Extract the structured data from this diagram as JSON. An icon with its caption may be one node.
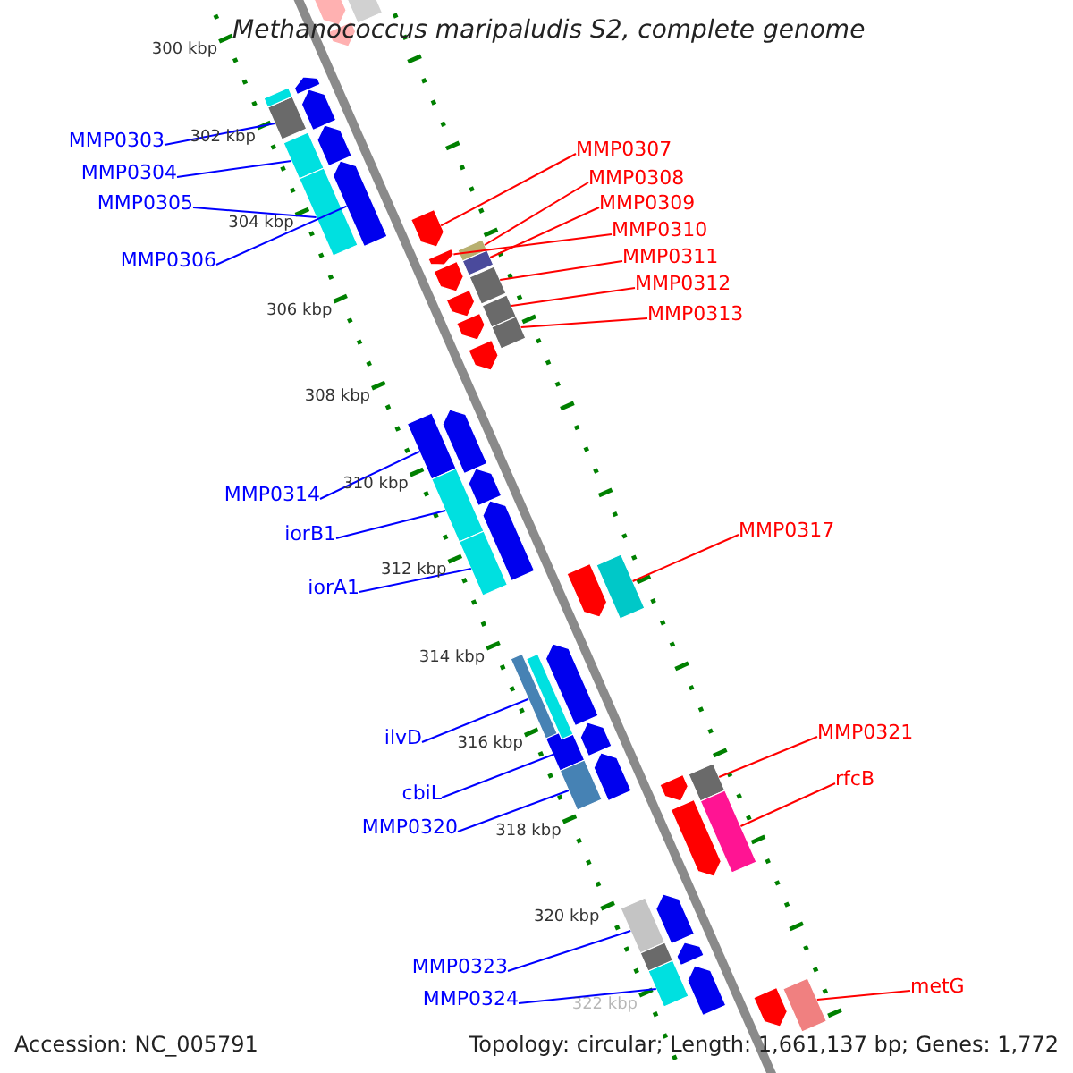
{
  "diagram": {
    "title": "Methanococcus maripaludis S2, complete genome",
    "nodes": [
      {
        "text": [
          "MMP0303"
        ]
      },
      {
        "text": [],
        "shape": "box"
      },
      {
        "text": [
          "MMP0307"
        ]
      },
      {
        "text": [],
        "shape": "pentagon"
      },
      {
        "text": [
          "MMP0304"
        ]
      },
      {
        "text": [],
        "shape": "box"
      },
      {
        "text": [
          "MMP0308"
        ]
      },
      {
        "text": [],
        "shape": "box"
      },
      {
        "text": [
          "MMP0305"
        ]
      },
      {
        "text": [],
        "shape": "box"
      },
      {
        "text": [
          "MMP0309"
        ]
      },
      {
        "text": [],
        "shape": "box"
      },
      {
        "text": [
          "MMP0310"
        ]
      },
      {
        "text": [],
        "shape": "pentagon"
      },
      {
        "text": [
          "MMP0306"
        ]
      },
      {
        "text": [],
        "shape": "pentagon"
      },
      {
        "text": [
          "MMP0311"
        ]
      },
      {
        "text": [],
        "shape": "box"
      },
      {
        "text": [
          "MMP0312"
        ]
      },
      {
        "text": [],
        "shape": "box"
      },
      {
        "text": [
          "MMP0313"
        ]
      },
      {
        "text": [],
        "shape": "box"
      },
      {
        "text": [
          "MMP0314"
        ]
      },
      {
        "text": [],
        "shape": "box"
      },
      {
        "text": [
          "iorB1"
        ]
      },
      {
        "text": [],
        "shape": "box"
      },
      {
        "text": [
          "MMP0317"
        ]
      },
      {
        "text": [],
        "shape": "box"
      },
      {
        "text": [
          "iorA1"
        ]
      },
      {
        "text": [],
        "shape": "box"
      },
      {
        "text": [
          "ilvD"
        ]
      },
      {
        "text": [],
        "shape": "box"
      },
      {
        "text": [
          "MMP0321"
        ]
      },
      {
        "text": [],
        "shape": "box"
      },
      {
        "text": [
          "rfcB"
        ]
      },
      {
        "text": [],
        "shape": "box"
      },
      {
        "text": [
          "cbiL"
        ]
      },
      {
        "text": [],
        "shape": "box"
      },
      {
        "text": [
          "MMP0320"
        ]
      },
      {
        "text": [],
        "shape": "box"
      },
      {
        "text": [
          "MMP0323"
        ]
      },
      {
        "text": [],
        "shape": "box"
      },
      {
        "text": [
          "metG"
        ]
      },
      {
        "text": [],
        "shape": "box"
      },
      {
        "text": [
          "MMP0324"
        ]
      },
      {
        "text": [],
        "shape": "box"
      },
      {
        "text": [],
        "shape": "pentagon"
      },
      {
        "text": [],
        "shape": "box"
      },
      {
        "text": [],
        "shape": "pentagon"
      },
      {
        "text": [],
        "shape": "box"
      },
      {
        "text": [],
        "shape": "pentagon"
      },
      {
        "text": [],
        "shape": "pentagon"
      },
      {
        "text": [],
        "shape": "pentagon"
      },
      {
        "text": [],
        "shape": "pentagon"
      },
      {
        "text": [],
        "shape": "pentagon"
      },
      {
        "text": [],
        "shape": "pentagon"
      },
      {
        "text": [],
        "shape": "pentagon"
      },
      {
        "text": [],
        "shape": "pentagon"
      },
      {
        "text": [],
        "shape": "pentagon"
      },
      {
        "text": [],
        "shape": "pentagon"
      },
      {
        "text": [],
        "shape": "pentagon"
      },
      {
        "text": [],
        "shape": "box"
      },
      {
        "text": [],
        "shape": "pentagon"
      },
      {
        "text": [],
        "shape": "pentagon"
      },
      {
        "text": [],
        "shape": "pentagon"
      },
      {
        "text": [],
        "shape": "pentagon"
      },
      {
        "text": [],
        "shape": "pentagon"
      },
      {
        "text": [],
        "shape": "box"
      },
      {
        "text": [],
        "shape": "pentagon"
      },
      {
        "text": [],
        "shape": "pentagon"
      },
      {
        "text": [],
        "shape": "pentagon"
      },
      {
        "text": [],
        "shape": "pentagon"
      }
    ],
    "edges": [
      {
        "from": 0,
        "to": 1,
        "arrow": "none"
      },
      {
        "from": 2,
        "to": 3,
        "arrow": "none",
        "color": "#ff0000"
      },
      {
        "from": 4,
        "to": 5,
        "arrow": "none"
      },
      {
        "from": 6,
        "to": 7,
        "arrow": "none",
        "color": "#ff0000"
      },
      {
        "from": 8,
        "to": 9,
        "arrow": "none"
      },
      {
        "from": 10,
        "to": 11,
        "arrow": "none",
        "color": "#ff0000"
      },
      {
        "from": 12,
        "to": 13,
        "arrow": "none",
        "color": "#ff0000"
      },
      {
        "from": 14,
        "to": 15,
        "arrow": "none"
      },
      {
        "from": 16,
        "to": 17,
        "arrow": "none",
        "color": "#ff0000"
      },
      {
        "from": 18,
        "to": 19,
        "arrow": "none",
        "color": "#ff0000"
      },
      {
        "from": 20,
        "to": 21,
        "arrow": "none",
        "color": "#ff0000"
      },
      {
        "from": 22,
        "to": 23,
        "arrow": "none"
      },
      {
        "from": 24,
        "to": 25,
        "arrow": "none"
      },
      {
        "from": 26,
        "to": 27,
        "arrow": "none",
        "color": "#ff0000"
      },
      {
        "from": 28,
        "to": 29,
        "arrow": "none"
      },
      {
        "from": 30,
        "to": 31,
        "arrow": "none"
      },
      {
        "from": 32,
        "to": 33,
        "arrow": "none",
        "color": "#ff0000"
      },
      {
        "from": 34,
        "to": 35,
        "arrow": "none",
        "color": "#ff0000"
      },
      {
        "from": 36,
        "to": 37,
        "arrow": "none"
      },
      {
        "from": 38,
        "to": 39,
        "arrow": "none"
      },
      {
        "from": 40,
        "to": 41,
        "arrow": "none"
      },
      {
        "from": 42,
        "to": 43,
        "arrow": "none",
        "color": "#ff0000"
      },
      {
        "from": 44,
        "to": 45,
        "arrow": "none"
      }
    ],
    "labels": [
      "300 kbp",
      "302 kbp",
      "304 kbp",
      "306 kbp",
      "308 kbp",
      "310 kbp",
      "312 kbp",
      "314 kbp",
      "316 kbp",
      "318 kbp",
      "320 kbp",
      "322 kbp",
      "Accession: NC_005791",
      "Topology: circular; Length: 1,661,137 bp; Genes: 1,772"
    ]
  }
}
